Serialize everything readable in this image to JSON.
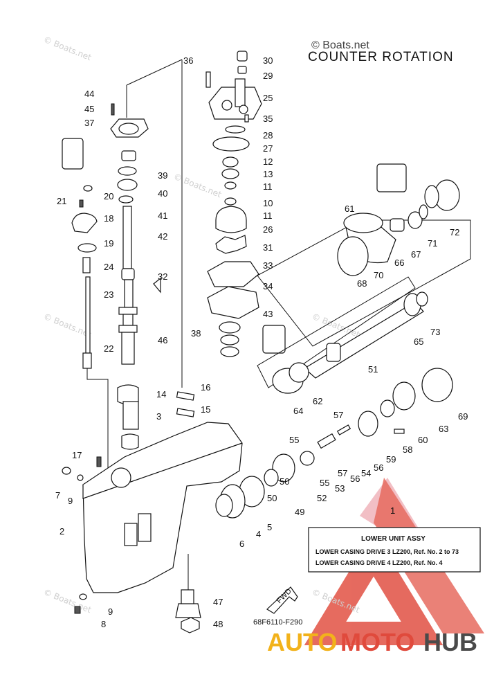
{
  "header": {
    "title": "COUNTER ROTATION",
    "copyright": "© Boats.net"
  },
  "watermarks": [
    "© Boats.net",
    "© Boats.net",
    "© Boats.net",
    "© Boats.net",
    "© Boats.net",
    "© Boats.net"
  ],
  "callouts": [
    "36",
    "30",
    "29",
    "25",
    "35",
    "28",
    "27",
    "12",
    "13",
    "11",
    "10",
    "11",
    "26",
    "31",
    "33",
    "34",
    "43",
    "38",
    "44",
    "45",
    "37",
    "39",
    "40",
    "41",
    "42",
    "20",
    "21",
    "18",
    "19",
    "24",
    "32",
    "23",
    "46",
    "22",
    "61",
    "72",
    "71",
    "67",
    "66",
    "68",
    "70",
    "73",
    "65",
    "51",
    "64",
    "62",
    "69",
    "63",
    "60",
    "58",
    "59",
    "56",
    "54",
    "57",
    "56",
    "57",
    "55",
    "55",
    "53",
    "52",
    "50",
    "50",
    "49",
    "16",
    "15",
    "14",
    "3",
    "17",
    "7",
    "9",
    "2",
    "6",
    "4",
    "5",
    "1",
    "47",
    "9",
    "8",
    "48"
  ],
  "info_box": {
    "title": "LOWER UNIT ASSY",
    "rows": [
      "LOWER CASING DRIVE 3 LZ200,  Ref. No. 2  to 73",
      "LOWER CASING DRIVE 4 LZ200,  Ref. No. 4"
    ]
  },
  "arrow_label": "FWD",
  "diagram_code": "68F6110-F290",
  "brand": {
    "part1": "AUTO",
    "part2": "MOTO",
    "part3": "HUB",
    "colors": {
      "yellow": "#f2b21b",
      "red": "#e04a3c",
      "dark": "#4a4a4a"
    }
  }
}
